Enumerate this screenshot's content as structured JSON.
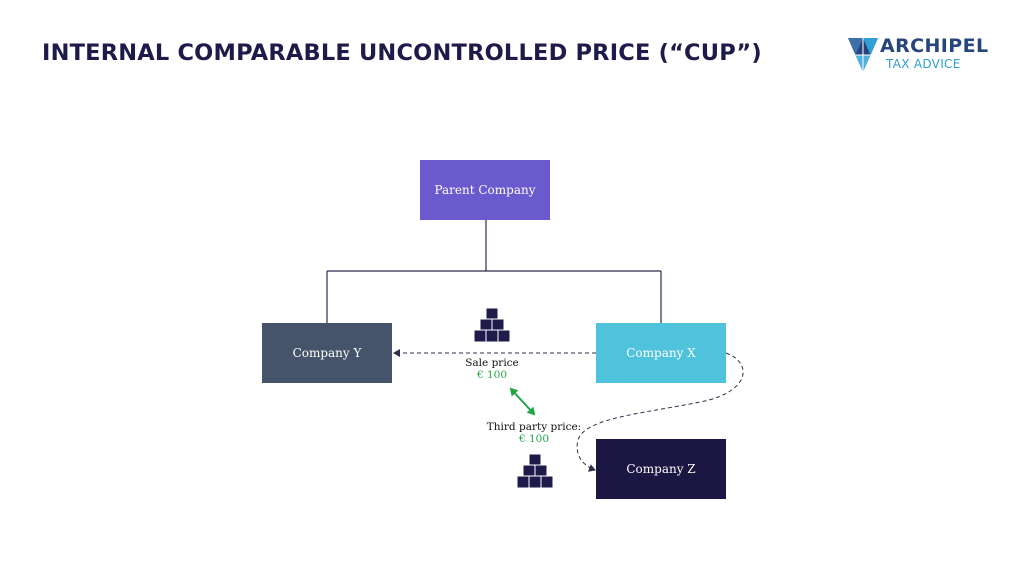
{
  "title": "INTERNAL COMPARABLE UNCONTROLLED PRICE (“CUP”)",
  "logo": {
    "name": "ARCHIPEL",
    "subtitle": "TAX ADVICE",
    "colors": {
      "dark": "#27457c",
      "light": "#2f9fd4"
    }
  },
  "nodes": {
    "parent": {
      "label": "Parent Company",
      "color": "#6a5acd"
    },
    "company_y": {
      "label": "Company Y",
      "color": "#45536b"
    },
    "company_x": {
      "label": "Company X",
      "color": "#4fc3dc"
    },
    "company_z": {
      "label": "Company Z",
      "color": "#1c1642"
    }
  },
  "sale": {
    "label": "Sale price",
    "value": "€ 100"
  },
  "third_party": {
    "label": "Third party price:",
    "value": "€ 100"
  },
  "icons": {
    "goods_top": "boxes-stack-icon",
    "goods_bottom": "boxes-stack-icon",
    "comparison": "double-arrow-icon"
  },
  "colors": {
    "accent_green": "#22a447",
    "title": "#1e1b4b",
    "goods": "#1e1b4b"
  }
}
